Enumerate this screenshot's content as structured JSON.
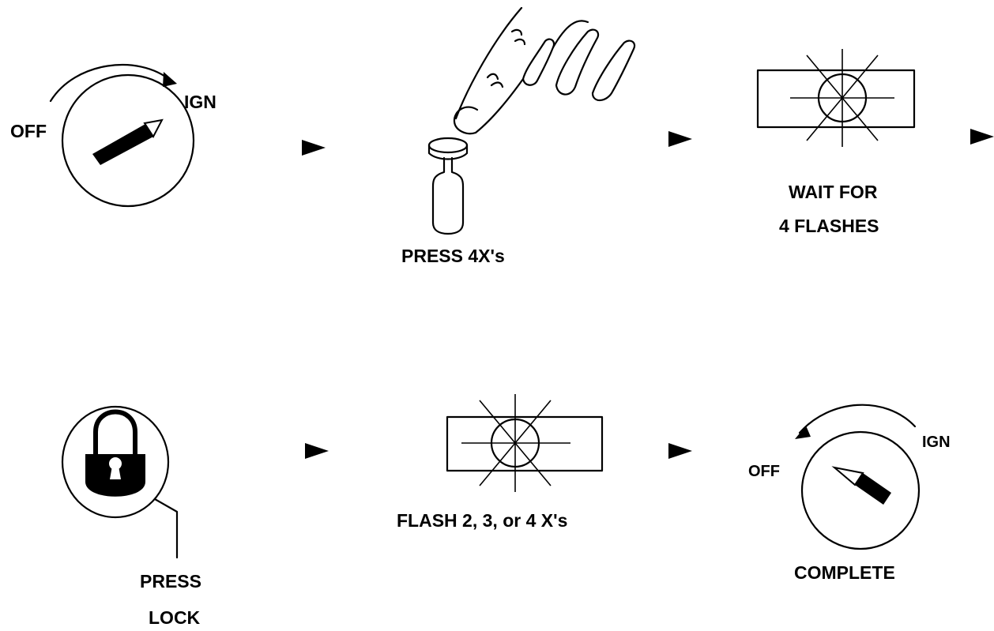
{
  "steps": {
    "key_on": {
      "off_label": "OFF",
      "ign_label": "IGN"
    },
    "press": {
      "label": "PRESS 4X's"
    },
    "wait": {
      "line1": "WAIT FOR",
      "line2": "4 FLASHES"
    },
    "lock": {
      "line1": "PRESS",
      "line2": "LOCK"
    },
    "flash": {
      "label": "FLASH 2, 3, or 4 X's"
    },
    "complete": {
      "off_label": "OFF",
      "ign_label": "IGN",
      "label": "COMPLETE"
    }
  },
  "icons": {
    "key_on": "ignition-key-turn-icon",
    "press": "finger-press-button-icon",
    "wait": "flashing-lamp-icon",
    "lock": "padlock-button-icon",
    "flash": "flashing-lamp-icon",
    "complete": "ignition-key-turn-back-icon",
    "arrow": "arrow-right-icon"
  },
  "colors": {
    "ink": "#000000",
    "paper": "#ffffff"
  }
}
